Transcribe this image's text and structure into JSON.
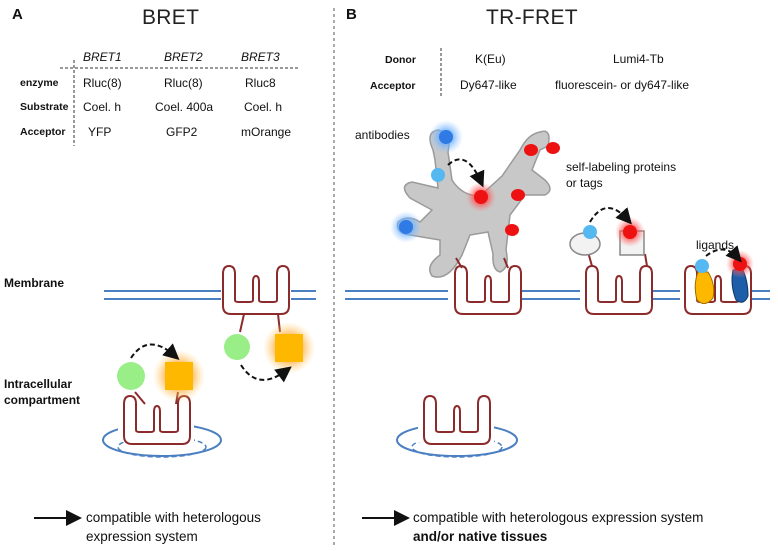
{
  "panel_a": {
    "letter": "A",
    "title": "BRET",
    "columns": [
      "BRET1",
      "BRET2",
      "BRET3"
    ],
    "rows": [
      {
        "label": "enzyme",
        "values": [
          "Rluc(8)",
          "Rluc(8)",
          "Rluc8"
        ]
      },
      {
        "label": "Substrate",
        "values": [
          "Coel. h",
          "Coel. 400a",
          "Coel. h"
        ]
      },
      {
        "label": "Acceptor",
        "values": [
          "YFP",
          "GFP2",
          "mOrange"
        ]
      }
    ],
    "membrane_label": "Membrane",
    "compartment_label_1": "Intracellular",
    "compartment_label_2": "compartment",
    "footer_line1": "compatible with heterologous",
    "footer_line2": "expression system"
  },
  "panel_b": {
    "letter": "B",
    "title": "TR-FRET",
    "rows": [
      {
        "label": "Donor",
        "values": [
          "K(Eu)",
          "Lumi4-Tb"
        ]
      },
      {
        "label": "Acceptor",
        "values": [
          "Dy647-like",
          "fluorescein- or dy647-like"
        ]
      }
    ],
    "antibodies_label": "antibodies",
    "self_labeling_label_1": "self-labeling proteins",
    "self_labeling_label_2": "or tags",
    "ligands_label": "ligands",
    "footer_line1": "compatible with heterologous expression system",
    "footer_line2": "and/or native tissues"
  },
  "colors": {
    "membrane": "#4a7fc1",
    "receptor": "#8b2b2b",
    "donor_green": "#99ee88",
    "acceptor_orange": "#ffb000",
    "donor_blue": "#55b8f0",
    "acceptor_red": "#ee1111",
    "antibody_gray": "#c8c8c8"
  }
}
